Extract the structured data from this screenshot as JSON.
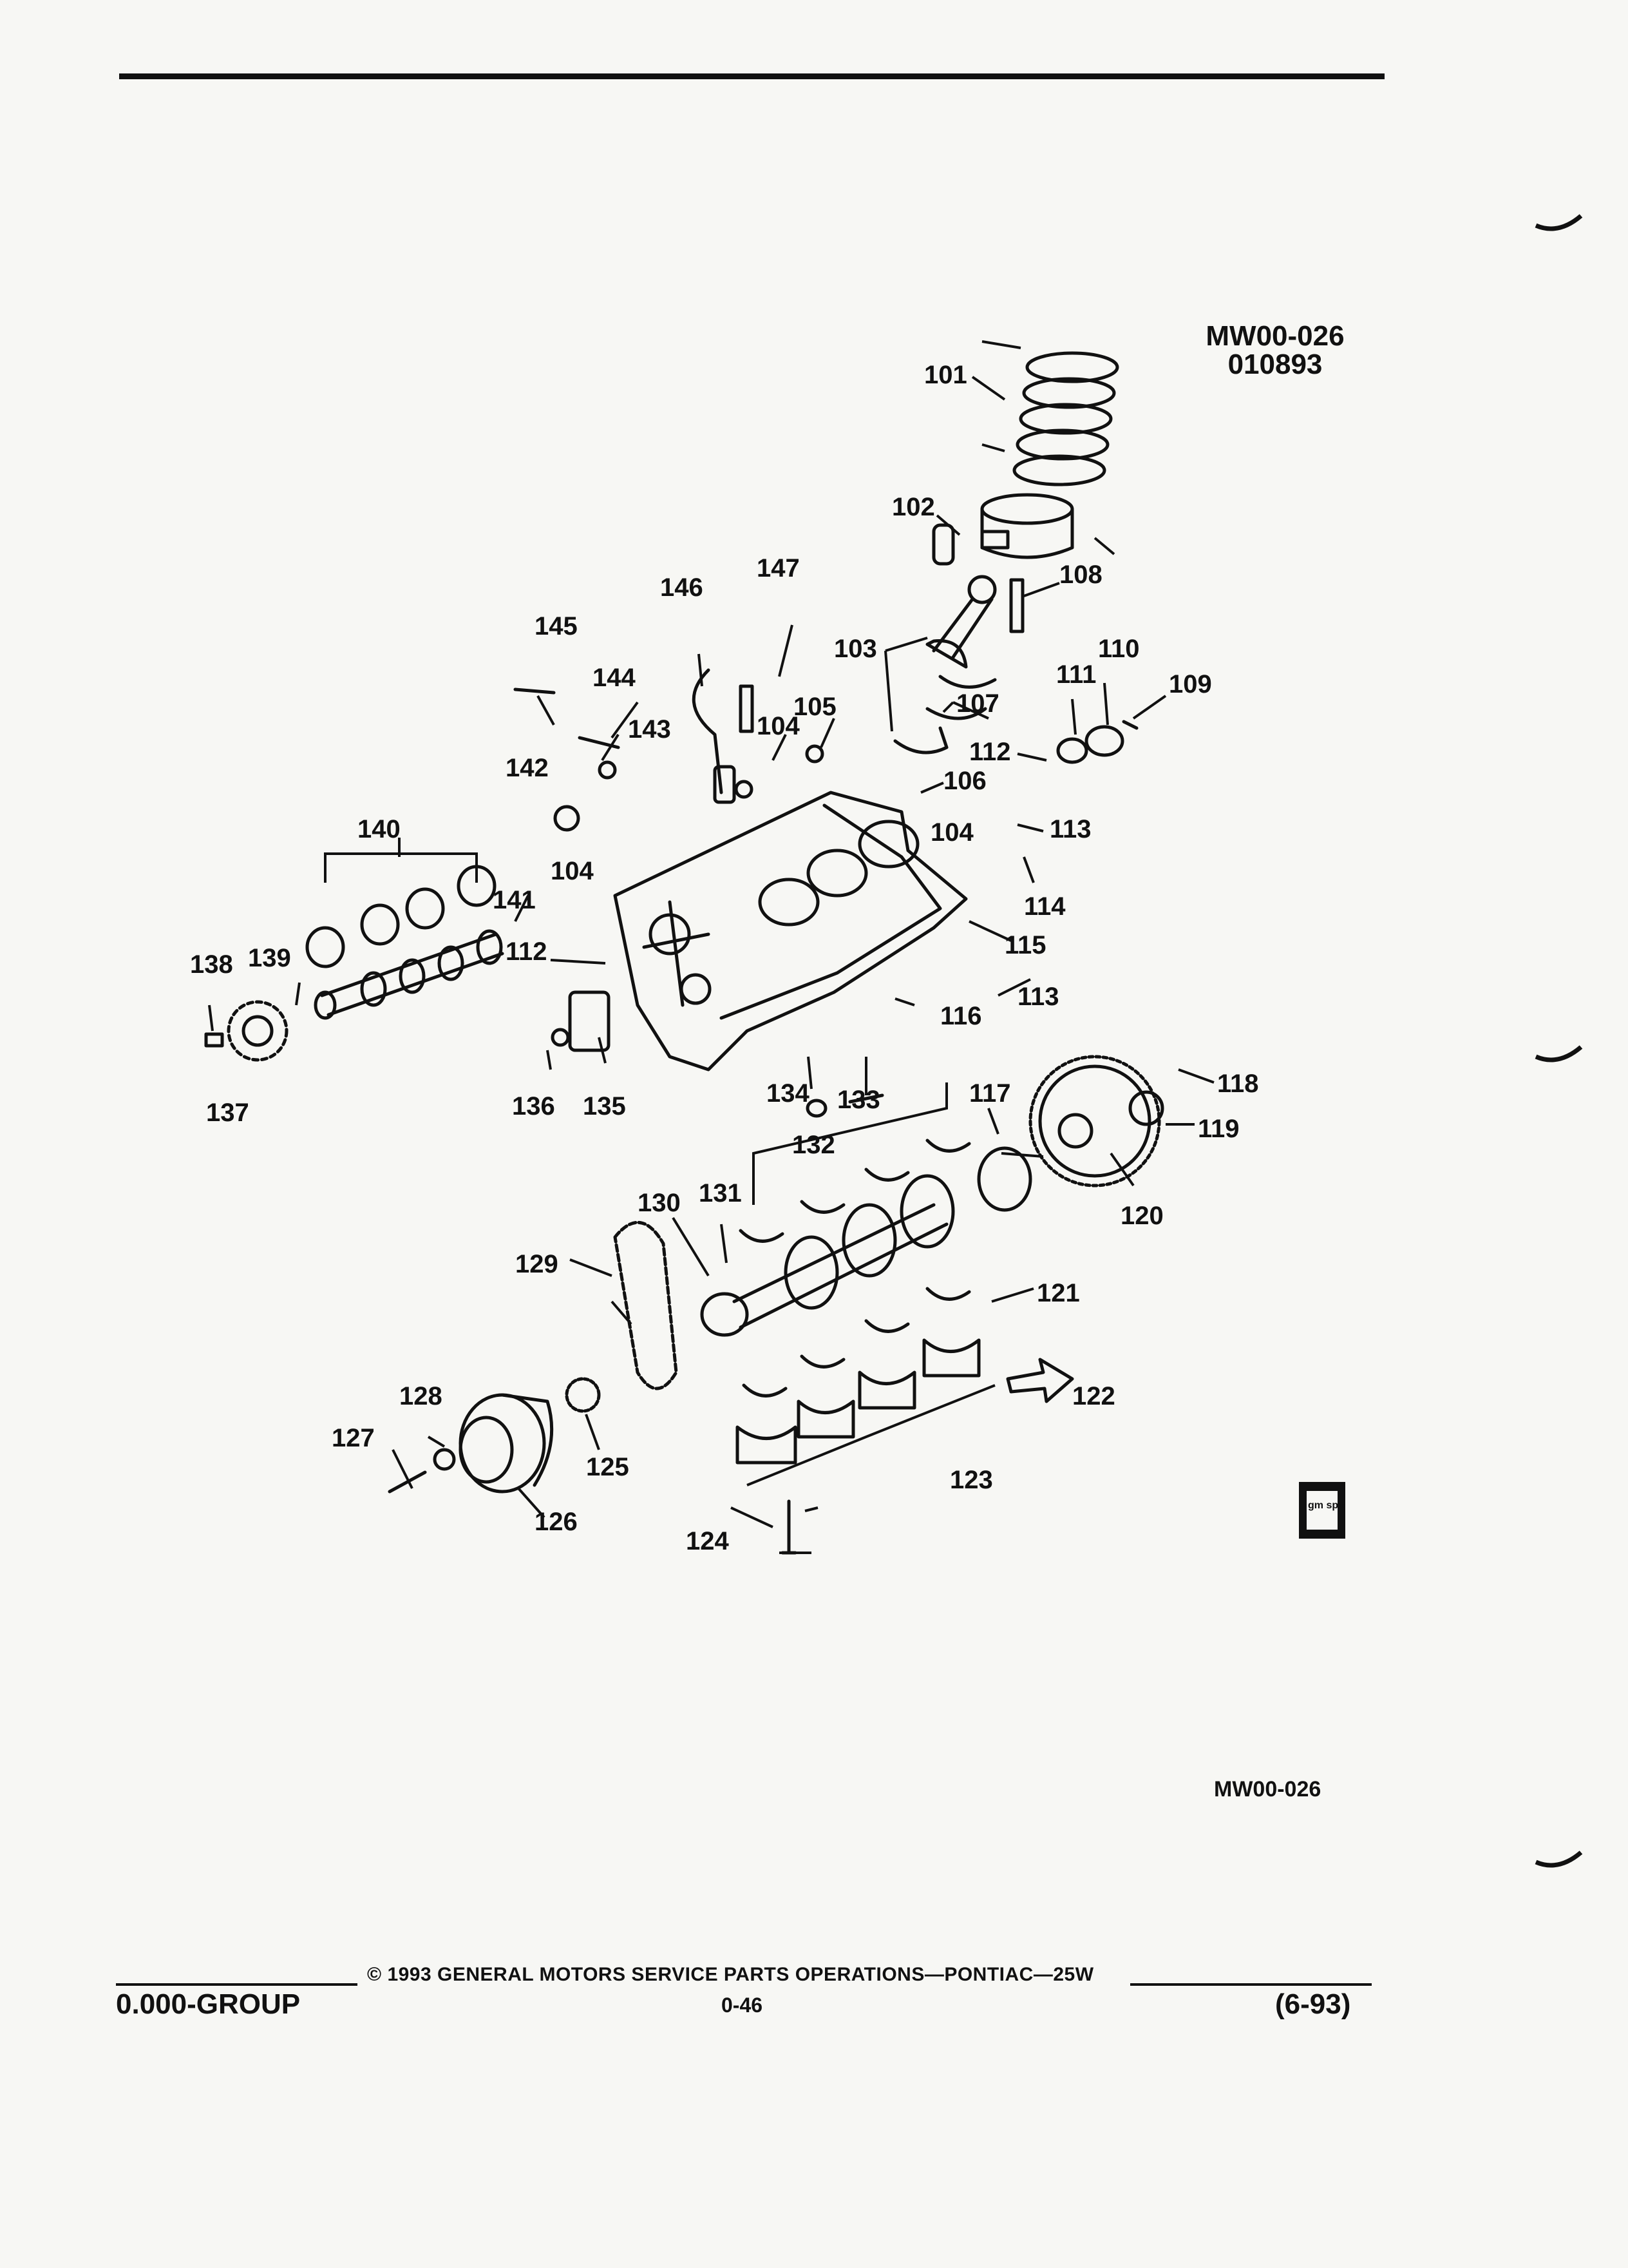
{
  "header": {
    "ref_code": "MW00-026",
    "ref_date": "010893"
  },
  "figure_code": "MW00-026",
  "callouts": [
    "101",
    "102",
    "103",
    "104",
    "104",
    "104",
    "105",
    "106",
    "107",
    "108",
    "109",
    "110",
    "111",
    "112",
    "112",
    "113",
    "113",
    "114",
    "115",
    "116",
    "117",
    "118",
    "119",
    "120",
    "121",
    "122",
    "123",
    "124",
    "125",
    "126",
    "127",
    "128",
    "129",
    "130",
    "131",
    "132",
    "133",
    "134",
    "135",
    "136",
    "137",
    "138",
    "139",
    "140",
    "141",
    "142",
    "143",
    "144",
    "145",
    "146",
    "147"
  ],
  "footer": {
    "copyright": "© 1993 GENERAL MOTORS SERVICE PARTS OPERATIONS—PONTIAC—25W",
    "group": "0.000-GROUP",
    "page": "0-46",
    "date": "(6-93)"
  },
  "logo": {
    "text": "gm spo"
  }
}
